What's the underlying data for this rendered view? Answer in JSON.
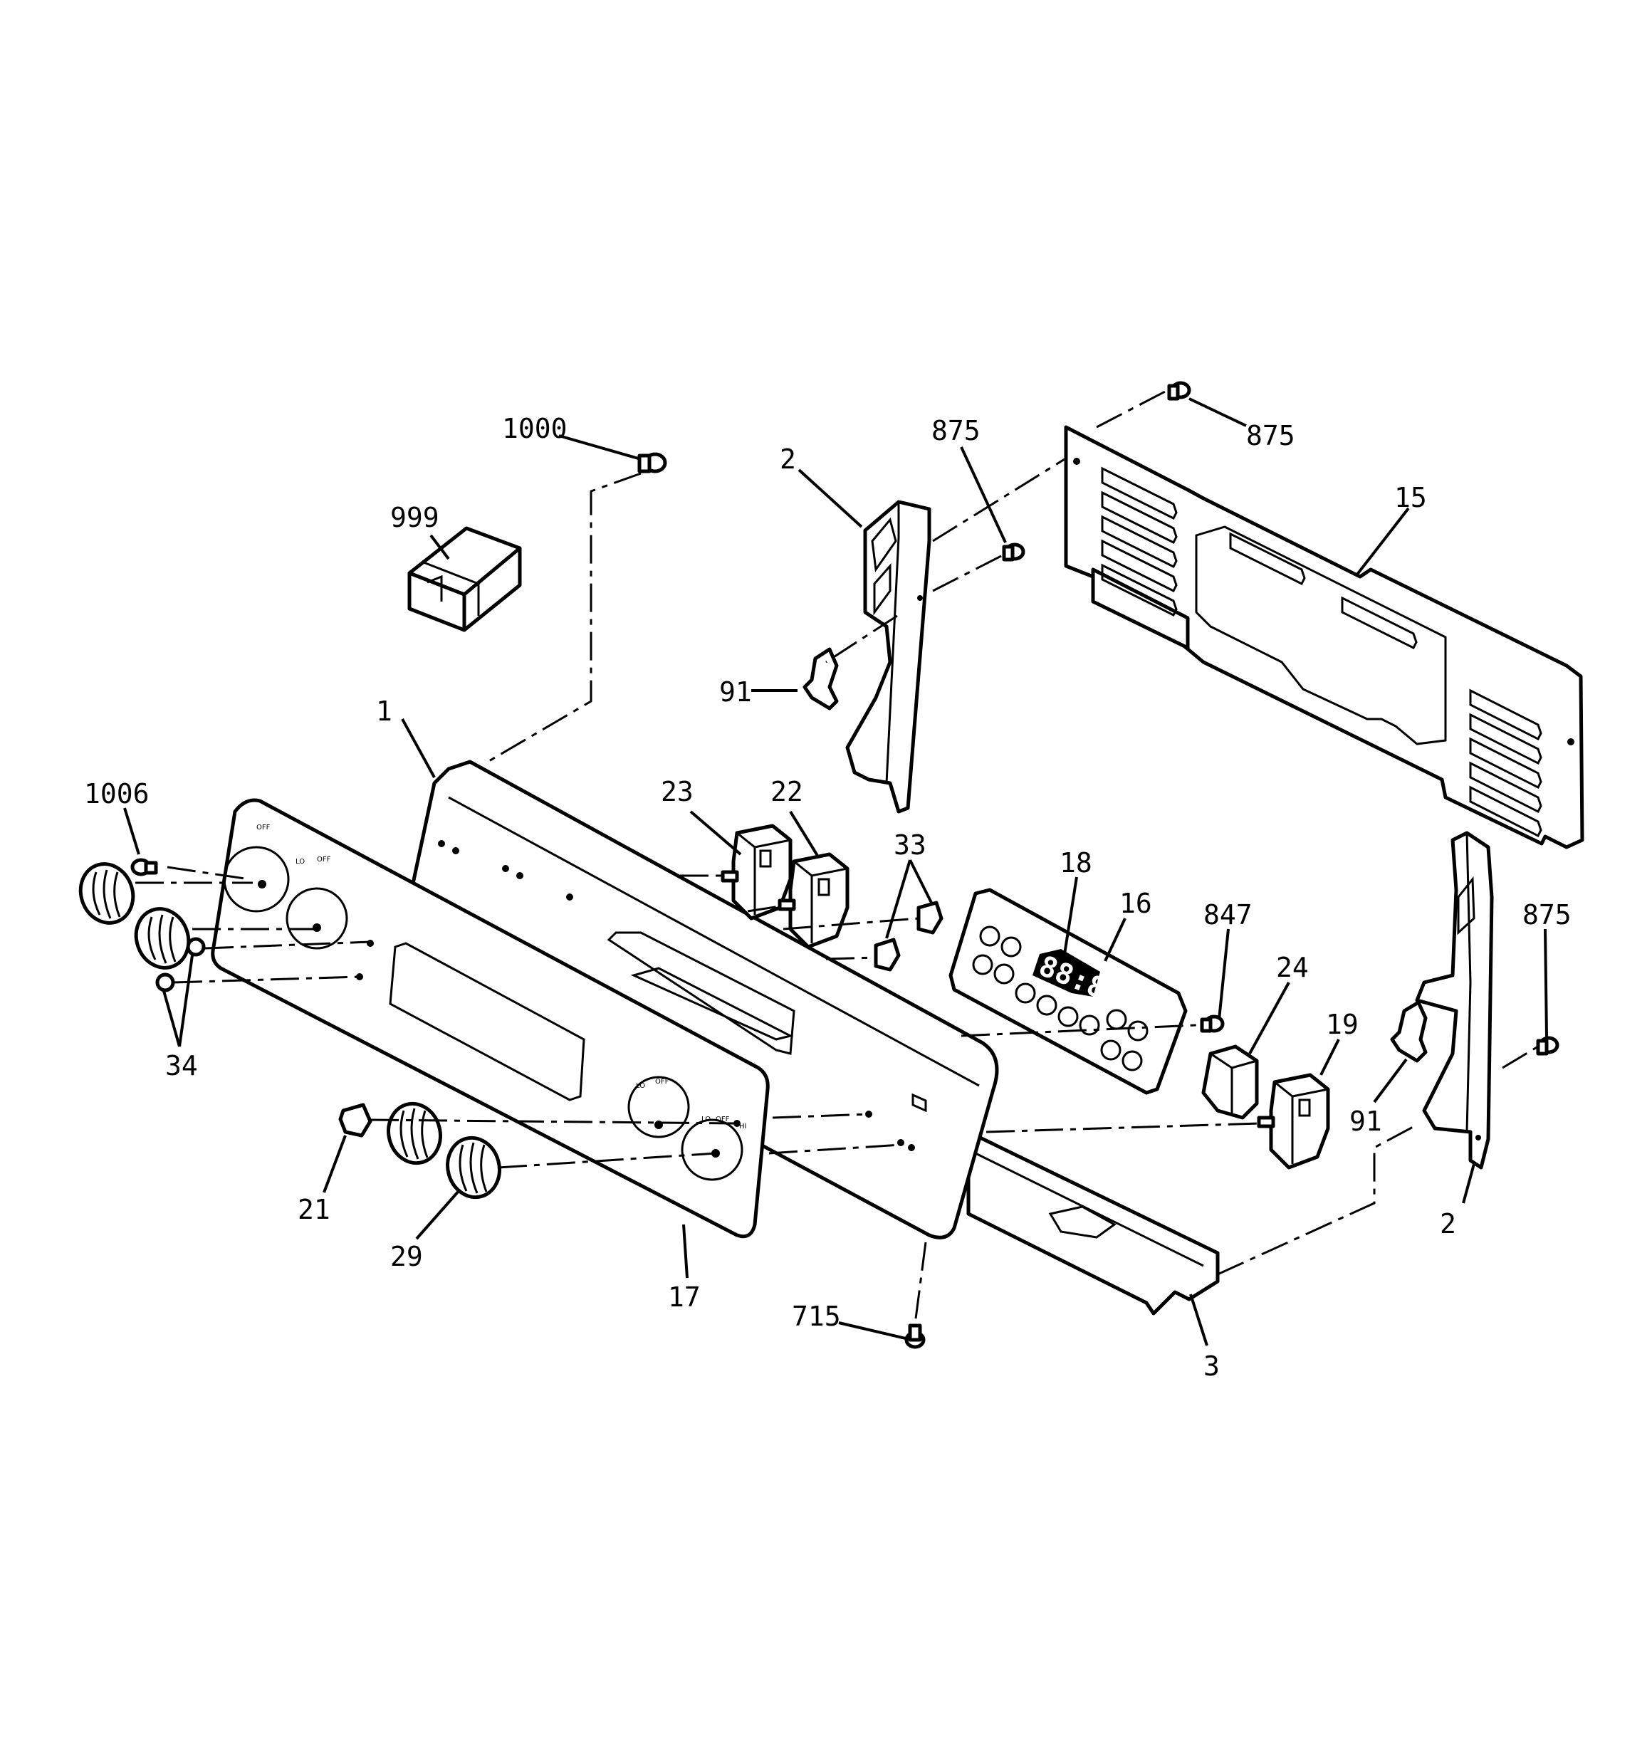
{
  "callouts": {
    "c1000": "1000",
    "c999": "999",
    "c2a": "2",
    "c875a": "875",
    "c875b": "875",
    "c15": "15",
    "c91a": "91",
    "c1": "1",
    "c1006": "1006",
    "c23": "23",
    "c22": "22",
    "c33": "33",
    "c18": "18",
    "c16": "16",
    "c847": "847",
    "c875c": "875",
    "c24": "24",
    "c19": "19",
    "c91b": "91",
    "c34": "34",
    "c21": "21",
    "c29": "29",
    "c17": "17",
    "c715": "715",
    "c3": "3",
    "c2b": "2"
  },
  "panel_markings": {
    "off": "OFF",
    "lo": "LO",
    "hi": "HI"
  },
  "control_display": "88:88"
}
